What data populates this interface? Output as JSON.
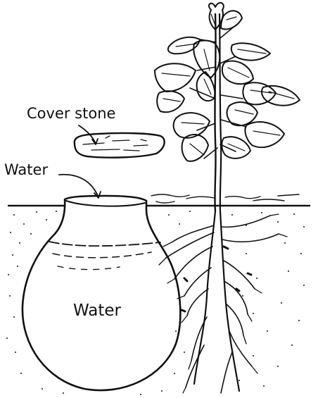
{
  "diagram": {
    "labels": {
      "cover_stone": "Cover stone",
      "water_top": "Water",
      "water_inside": "Water"
    },
    "parts": [
      "ground-line",
      "clay-pot",
      "cover-stone",
      "plant",
      "roots",
      "soil-texture"
    ],
    "colors": {
      "ink": "#111111",
      "paper": "#ffffff"
    }
  }
}
